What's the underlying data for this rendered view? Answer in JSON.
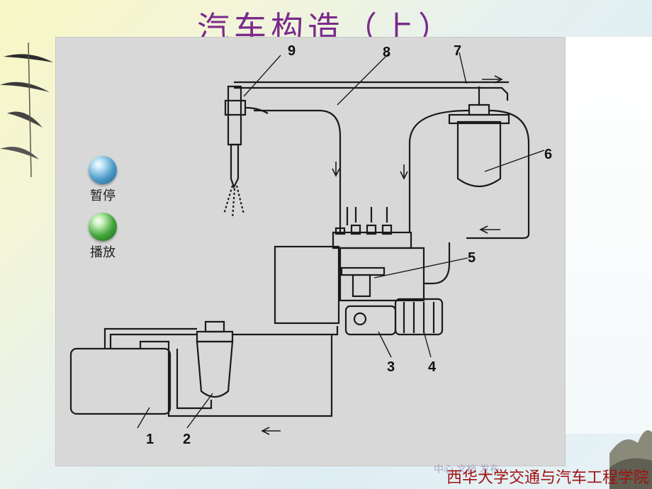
{
  "slide": {
    "title": "汽车构造（上）",
    "footer": "西华大学交通与汽车工程学院",
    "watermark": "中心 文档 发布"
  },
  "controls": {
    "pause": {
      "label": "暂停",
      "icon": "blue-orb-icon"
    },
    "play": {
      "label": "播放",
      "icon": "green-orb-icon"
    }
  },
  "diagram": {
    "callouts": [
      "1",
      "2",
      "3",
      "4",
      "5",
      "6",
      "7",
      "8",
      "9"
    ]
  },
  "colors": {
    "title": "#7b2a8c",
    "footer": "#a01010",
    "diagram_bg": "#d8d8d8",
    "line": "#1a1a1a"
  }
}
